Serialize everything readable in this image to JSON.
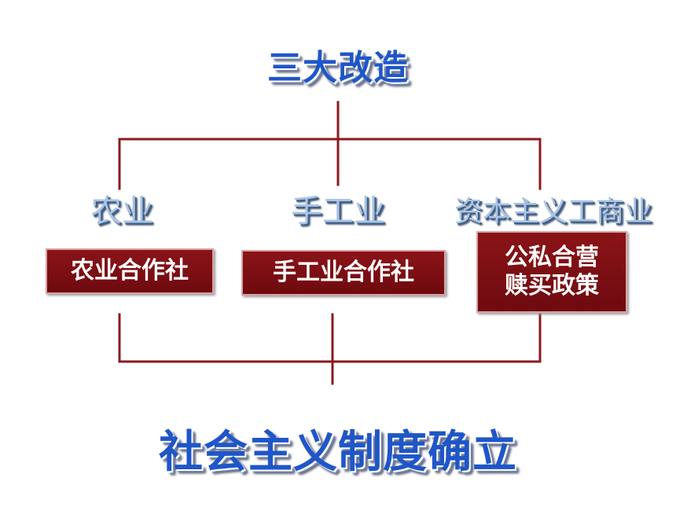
{
  "title": "三大改造",
  "branches": [
    {
      "label": "农业",
      "box": [
        "农业合作社"
      ]
    },
    {
      "label": "手工业",
      "box": [
        "手工业合作社"
      ]
    },
    {
      "label": "资本主义工商业",
      "box": [
        "公私合营",
        "赎买政策"
      ]
    }
  ],
  "result": "社会主义制度确立",
  "colors": {
    "title_blue": "#1f56c8",
    "branch_label": "#aac4e4",
    "box_fill": "#7d0f14",
    "connector": "#8b1a1f"
  }
}
